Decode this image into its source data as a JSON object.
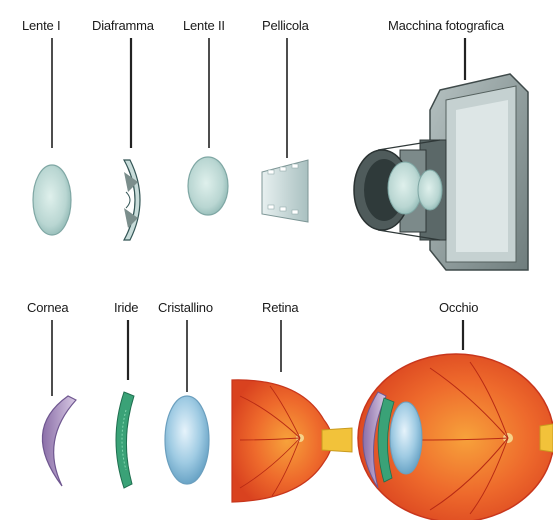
{
  "camera_row": {
    "labels": [
      "Lente I",
      "Diaframma",
      "Lente II",
      "Pellicola",
      "Macchina fotografica"
    ]
  },
  "eye_row": {
    "labels": [
      "Cornea",
      "Iride",
      "Cristallino",
      "Retina",
      "Occhio"
    ]
  },
  "colors": {
    "lens": "#b9d6d2",
    "lens_edge": "#7fa7a4",
    "camera_body": "#8e9c9c",
    "camera_dark": "#3f4a4a",
    "eye_red": "#e8502a",
    "eye_orange": "#f58a2c",
    "iris_green": "#3aa277",
    "cornea_purple": "#b6a1c6",
    "nerve_yellow": "#f2c23a"
  }
}
